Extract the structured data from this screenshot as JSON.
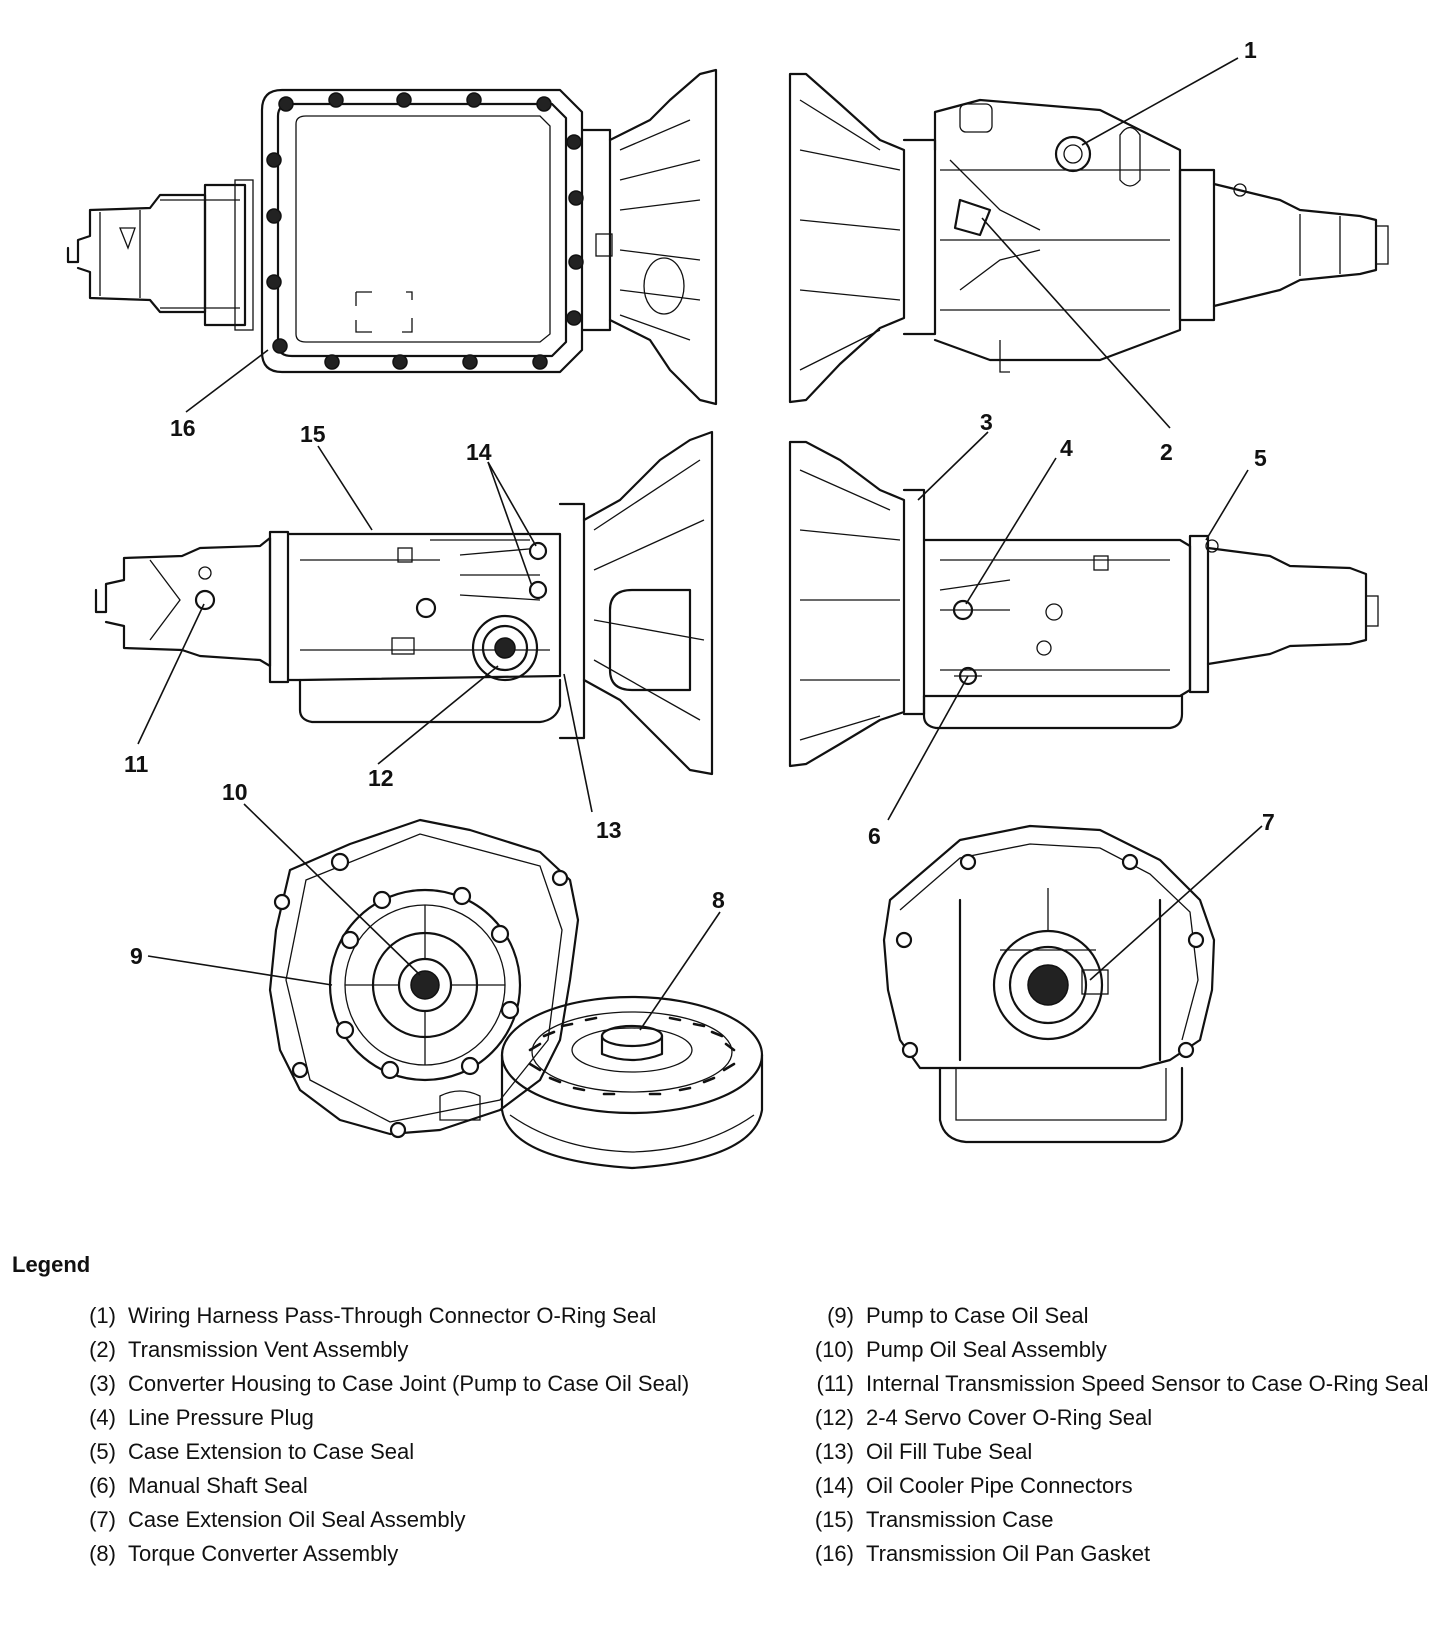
{
  "callouts": {
    "c1": "1",
    "c2": "2",
    "c3": "3",
    "c4": "4",
    "c5": "5",
    "c6": "6",
    "c7": "7",
    "c8": "8",
    "c9": "9",
    "c10": "10",
    "c11": "11",
    "c12": "12",
    "c13": "13",
    "c14": "14",
    "c15": "15",
    "c16": "16"
  },
  "legend": {
    "title": "Legend",
    "left": [
      {
        "num": "(1)",
        "text": "Wiring Harness Pass-Through Connector O-Ring Seal"
      },
      {
        "num": "(2)",
        "text": "Transmission Vent Assembly"
      },
      {
        "num": "(3)",
        "text": "Converter Housing to Case Joint (Pump to Case Oil Seal)"
      },
      {
        "num": "(4)",
        "text": "Line Pressure Plug"
      },
      {
        "num": "(5)",
        "text": "Case Extension to Case Seal"
      },
      {
        "num": "(6)",
        "text": "Manual Shaft Seal"
      },
      {
        "num": "(7)",
        "text": "Case Extension Oil Seal Assembly"
      },
      {
        "num": "(8)",
        "text": "Torque Converter Assembly"
      }
    ],
    "right": [
      {
        "num": "(9)",
        "text": "Pump to Case Oil Seal"
      },
      {
        "num": "(10)",
        "text": "Pump Oil Seal Assembly"
      },
      {
        "num": "(11)",
        "text": "Internal Transmission Speed Sensor to Case O-Ring Seal"
      },
      {
        "num": "(12)",
        "text": "2-4 Servo Cover O-Ring Seal"
      },
      {
        "num": "(13)",
        "text": "Oil Fill Tube Seal"
      },
      {
        "num": "(14)",
        "text": "Oil Cooler Pipe Connectors"
      },
      {
        "num": "(15)",
        "text": "Transmission Case"
      },
      {
        "num": "(16)",
        "text": "Transmission Oil Pan Gasket"
      }
    ]
  }
}
